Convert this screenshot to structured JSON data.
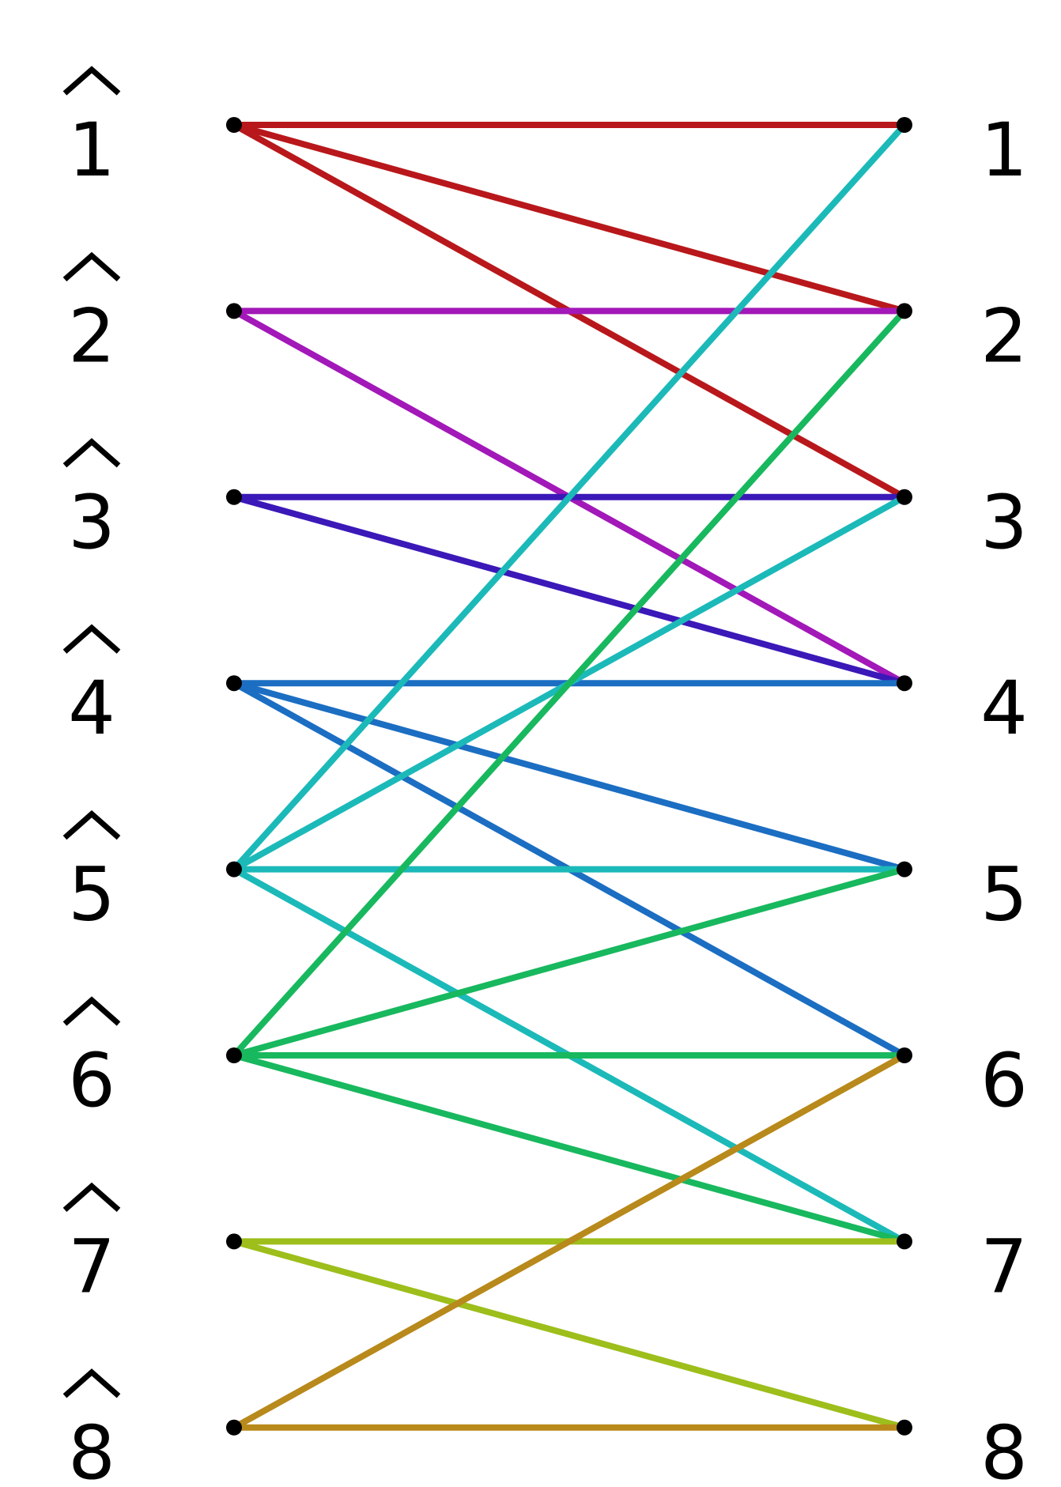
{
  "left_nodes": [
    {
      "id": "L1",
      "label": "1"
    },
    {
      "id": "L2",
      "label": "2"
    },
    {
      "id": "L3",
      "label": "3"
    },
    {
      "id": "L4",
      "label": "4"
    },
    {
      "id": "L5",
      "label": "5"
    },
    {
      "id": "L6",
      "label": "6"
    },
    {
      "id": "L7",
      "label": "7"
    },
    {
      "id": "L8",
      "label": "8"
    }
  ],
  "right_nodes": [
    {
      "id": "R1",
      "label": "1"
    },
    {
      "id": "R2",
      "label": "2"
    },
    {
      "id": "R3",
      "label": "3"
    },
    {
      "id": "R4",
      "label": "4"
    },
    {
      "id": "R5",
      "label": "5"
    },
    {
      "id": "R6",
      "label": "6"
    },
    {
      "id": "R7",
      "label": "7"
    },
    {
      "id": "R8",
      "label": "8"
    }
  ],
  "left_label_accent": "hat",
  "edges": [
    {
      "from": 1,
      "to": 1,
      "color": "#b8181b"
    },
    {
      "from": 1,
      "to": 2,
      "color": "#b8181b"
    },
    {
      "from": 1,
      "to": 3,
      "color": "#b8181b"
    },
    {
      "from": 2,
      "to": 2,
      "color": "#a218b8"
    },
    {
      "from": 2,
      "to": 4,
      "color": "#a218b8"
    },
    {
      "from": 3,
      "to": 3,
      "color": "#3b18b8"
    },
    {
      "from": 3,
      "to": 4,
      "color": "#3b18b8"
    },
    {
      "from": 4,
      "to": 4,
      "color": "#1b6ec2"
    },
    {
      "from": 4,
      "to": 5,
      "color": "#1b6ec2"
    },
    {
      "from": 4,
      "to": 6,
      "color": "#1b6ec2"
    },
    {
      "from": 5,
      "to": 1,
      "color": "#1cb9b9"
    },
    {
      "from": 5,
      "to": 3,
      "color": "#1cb9b9"
    },
    {
      "from": 5,
      "to": 5,
      "color": "#1cb9b9"
    },
    {
      "from": 5,
      "to": 7,
      "color": "#1cb9b9"
    },
    {
      "from": 6,
      "to": 2,
      "color": "#18b85e"
    },
    {
      "from": 6,
      "to": 5,
      "color": "#18b85e"
    },
    {
      "from": 6,
      "to": 6,
      "color": "#18b85e"
    },
    {
      "from": 6,
      "to": 7,
      "color": "#18b85e"
    },
    {
      "from": 7,
      "to": 7,
      "color": "#9dbe1b"
    },
    {
      "from": 7,
      "to": 8,
      "color": "#9dbe1b"
    },
    {
      "from": 8,
      "to": 6,
      "color": "#b8891b"
    },
    {
      "from": 8,
      "to": 8,
      "color": "#b8891b"
    }
  ]
}
